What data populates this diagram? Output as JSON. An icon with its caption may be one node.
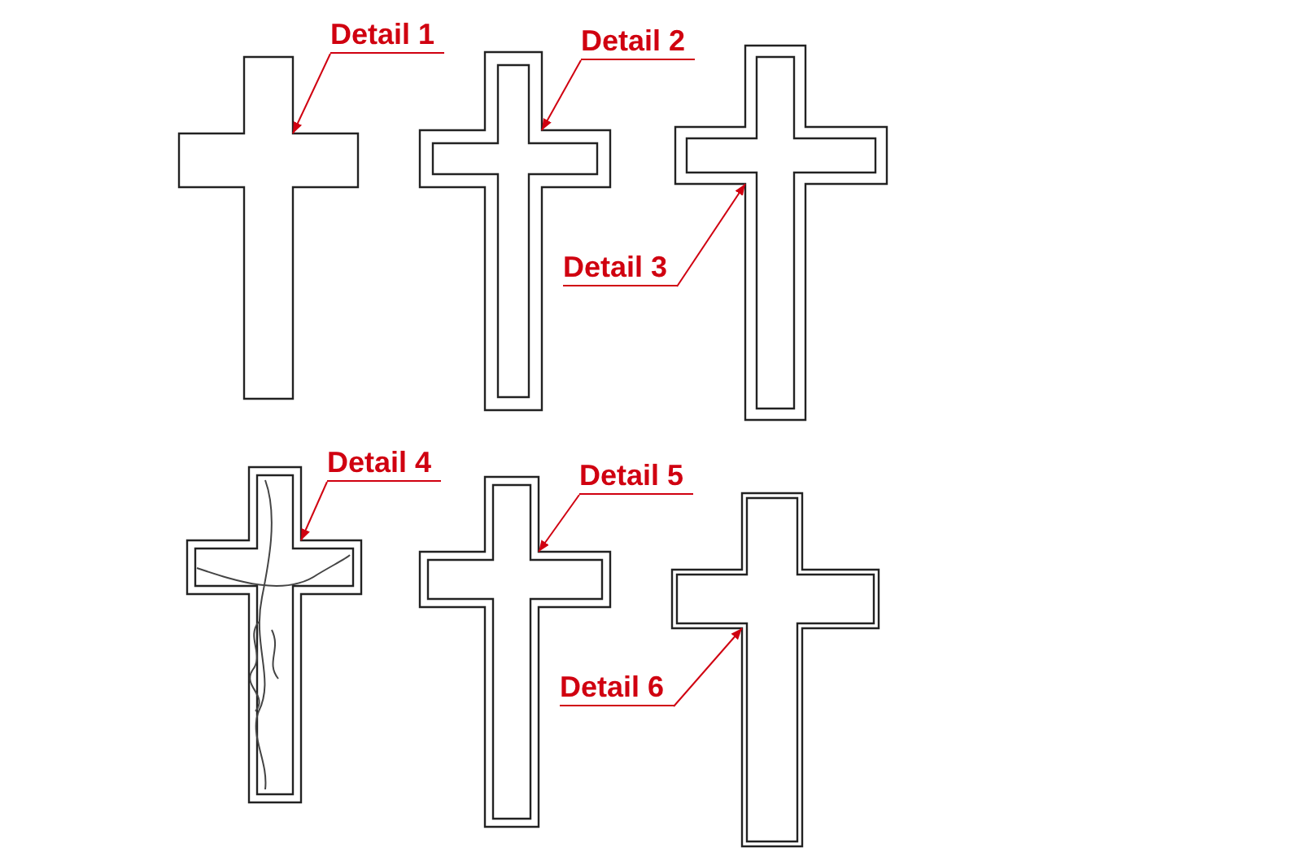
{
  "diagram": {
    "nodes": [
      {
        "text": [
          "Detail 1"
        ]
      },
      {
        "text": [],
        "shape": "cross"
      },
      {
        "text": [
          "Detail 2"
        ]
      },
      {
        "text": [],
        "shape": "cross"
      },
      {
        "text": [
          "Detail 3"
        ]
      },
      {
        "text": [],
        "shape": "cross"
      },
      {
        "text": [
          "Detail 4"
        ]
      },
      {
        "text": [],
        "shape": "cross"
      },
      {
        "text": [
          "Detail 5"
        ]
      },
      {
        "text": [],
        "shape": "cross"
      },
      {
        "text": [
          "Detail 6"
        ]
      },
      {
        "text": [],
        "shape": "cross"
      }
    ],
    "edges": [
      {
        "from": 0,
        "to": 1,
        "arrow": "to"
      },
      {
        "from": 2,
        "to": 3,
        "arrow": "to"
      },
      {
        "from": 4,
        "to": 5,
        "arrow": "to"
      },
      {
        "from": 6,
        "to": 7,
        "arrow": "to"
      },
      {
        "from": 8,
        "to": 9,
        "arrow": "to"
      },
      {
        "from": 10,
        "to": 11,
        "arrow": "to"
      }
    ]
  }
}
